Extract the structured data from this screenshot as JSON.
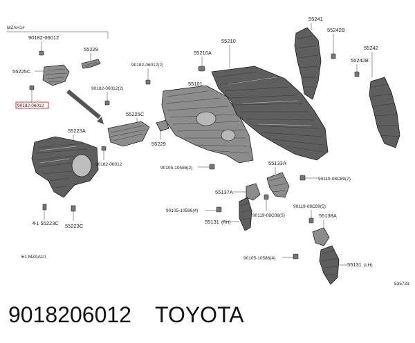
{
  "caption": {
    "part_number": "9018206012",
    "brand": "TOYOTA"
  },
  "group_label": "MZAH1#",
  "footnote": "※1 MZAA10",
  "figure_id": "535733",
  "callouts": {
    "c90182_a": "90182-06012",
    "c55229_a": "55229",
    "c55225c_a": "55225C",
    "c90182_highlight": "90182-06012",
    "c90182_b": "90182-06012(2)",
    "c90182_c": "90182-06012(2)",
    "c55225c_b": "55225C",
    "c55229_b": "55229",
    "c55223a": "55223A",
    "c90182_d": "90182-06012",
    "c55223c_a": "※1 55223C",
    "c55223c_b": "55223C",
    "c55210": "55210",
    "c55210a": "55210A",
    "c55101": "55101",
    "c55241": "55241",
    "c55242b_a": "55242B",
    "c55242": "55242",
    "c55242b_b": "55242B",
    "c90105_a": "90105-10586(2)",
    "c55133a": "55133A",
    "c90119_a": "90119-08C89(7)",
    "c55137a": "55137A",
    "c90105_b": "90105-10586(4)",
    "c90119_b": "90119-08C89(5)",
    "c55131_rh": "55131",
    "c55131_rh_side": "(RH)",
    "c90119_c": "90119-08C89(5)",
    "c55138a": "55138A",
    "c90105_c": "90105-10586(4)",
    "c55131_lh": "55131",
    "c55131_lh_side": "(LH)"
  },
  "colors": {
    "highlight": "#e03030",
    "ink": "#222222"
  }
}
